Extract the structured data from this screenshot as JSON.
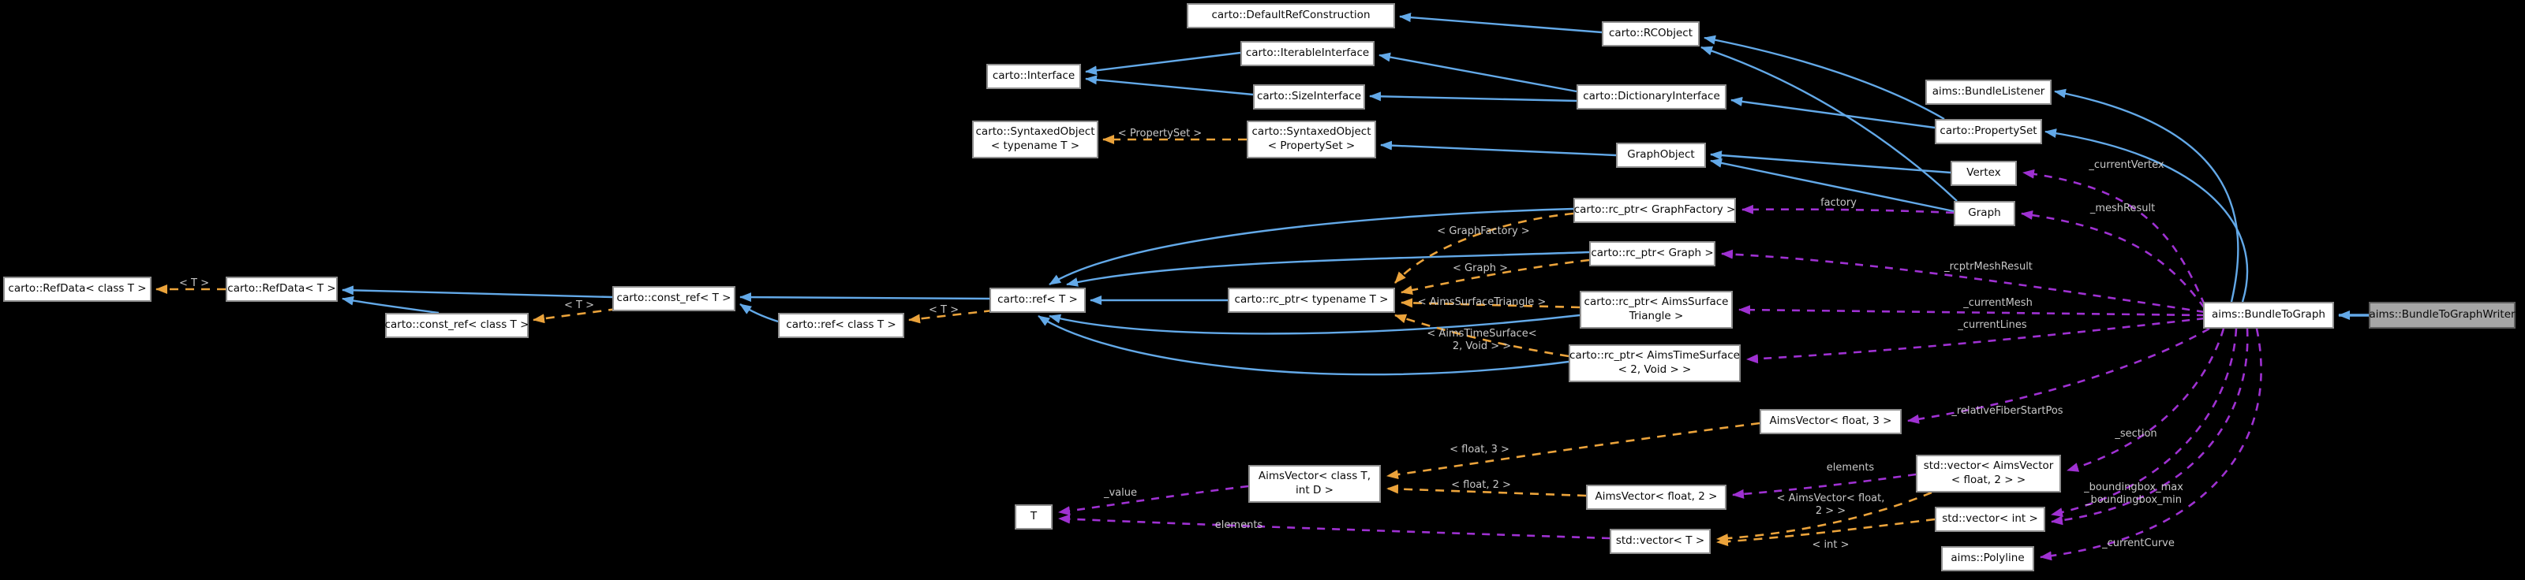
{
  "nodes": {
    "default_ref_construction": "carto::DefaultRefConstruction",
    "rcobject": "carto::RCObject",
    "interface": "carto::Interface",
    "iterable_interface": "carto::IterableInterface",
    "size_interface": "carto::SizeInterface",
    "dictionary_interface": "carto::DictionaryInterface",
    "bundle_listener": "aims::BundleListener",
    "property_set": "carto::PropertySet",
    "syntaxed_object_template": {
      "line1": "carto::SyntaxedObject",
      "line2": "< typename T >"
    },
    "syntaxed_object_propertyset": {
      "line1": "carto::SyntaxedObject",
      "line2": "< PropertySet >"
    },
    "graph_object": "GraphObject",
    "vertex": "Vertex",
    "graph": "Graph",
    "rc_ptr_graph_factory": "carto::rc_ptr< GraphFactory >",
    "rc_ptr_graph": "carto::rc_ptr< Graph >",
    "rc_ptr_aims_surface_triangle": {
      "line1": "carto::rc_ptr< AimsSurface",
      "line2": "Triangle >"
    },
    "rc_ptr_aims_time_surface": {
      "line1": "carto::rc_ptr< AimsTimeSurface",
      "line2": "< 2, Void > >"
    },
    "refdata_class_t": "carto::RefData< class T >",
    "refdata_t": "carto::RefData< T >",
    "const_ref_class_t": "carto::const_ref< class T >",
    "const_ref_t": "carto::const_ref< T >",
    "ref_class_t": "carto::ref< class T >",
    "ref_t": "carto::ref< T >",
    "rc_ptr_typename_t": "carto::rc_ptr< typename T >",
    "aims_vector_float3": "AimsVector< float, 3 >",
    "aims_vector_template": {
      "line1": "AimsVector< class T,",
      "line2": "int D >"
    },
    "aims_vector_float2": "AimsVector< float, 2 >",
    "vector_aims_vector_float2": {
      "line1": "std::vector< AimsVector",
      "line2": "< float, 2 > >"
    },
    "vector_int": "std::vector< int >",
    "vector_t": "std::vector< T >",
    "polyline": "aims::Polyline",
    "t": "T",
    "bundle_to_graph": "aims::BundleToGraph",
    "bundle_to_graph_writer": "aims::BundleToGraphWriter"
  },
  "edge_labels": {
    "current_vertex": "_currentVertex",
    "mesh_result": "_meshResult",
    "factory": "factory",
    "rcptr_mesh_result": "_rcptrMeshResult",
    "current_mesh": "_currentMesh",
    "current_lines": "_currentLines",
    "relative_fiber_start_pos": "_relativeFiberStartPos",
    "section": "_section",
    "boundingbox_max": "_boundingbox_max",
    "boundingbox_min": "_boundingbox_min",
    "current_curve": "_currentCurve",
    "elements_vector2d": "elements",
    "elements_vector_t": "elements",
    "value": "_value",
    "tpl_t": "< T >",
    "tpl_property_set": "< PropertySet >",
    "tpl_graph_factory": "< GraphFactory >",
    "tpl_graph": "< Graph >",
    "tpl_aims_surface_triangle": "< AimsSurfaceTriangle >",
    "tpl_aims_time_surface_line1": "< AimsTimeSurface<",
    "tpl_aims_time_surface_line2": "2, Void > >",
    "tpl_float3": "< float, 3 >",
    "tpl_float2": "< float, 2 >",
    "tpl_aims_vector_float2_line1": "< AimsVector< float,",
    "tpl_aims_vector_float2_line2": "2 > >",
    "tpl_int": "< int >"
  },
  "colors": {
    "background": "#000000",
    "inheritance_arrow": "#63A9E8",
    "template_arrow": "#EBA33B",
    "usage_arrow": "#9F31D2",
    "node_fill": "#FFFFFF",
    "node_border": "#8F8F8F",
    "focus_node_fill": "#A6A6A6",
    "edge_label_text": "#C7C7C7"
  }
}
